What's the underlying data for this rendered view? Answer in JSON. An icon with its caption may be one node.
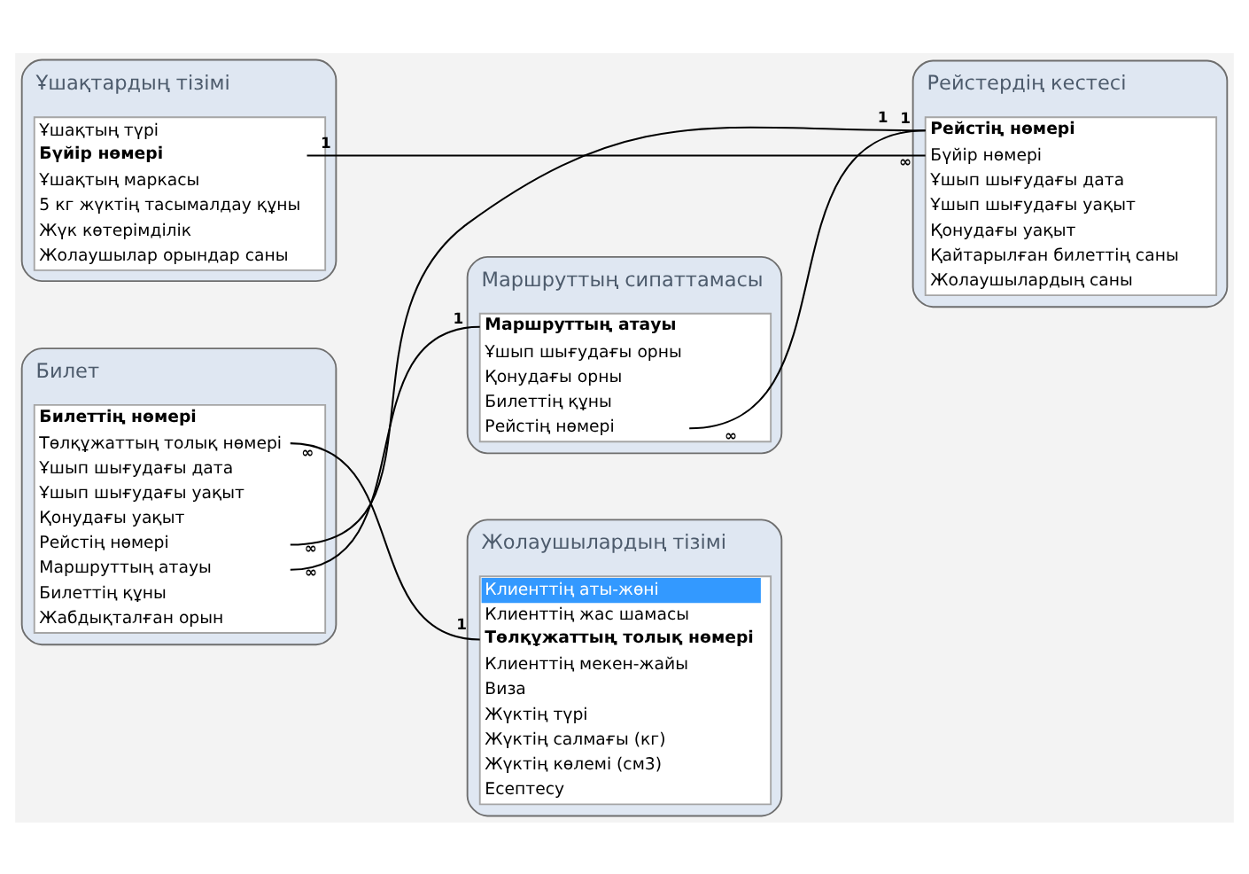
{
  "diagram": {
    "nodes": [
      {
        "text": [
          "Ұшақтардың тізімі",
          "Ұшақтың түрі",
          "Бүйір нөмері",
          "Ұшақтың маркасы",
          "5 кг жүктің тасымалдау құны",
          "Жүк көтерімділік",
          "Жолаушылар орындар саны"
        ]
      },
      {
        "text": [
          "Рейстердің кестесі",
          "Рейстің нөмері",
          "Бүйір нөмері",
          "Ұшып шығудағы дата",
          "Ұшып шығудағы уақыт",
          "Қонудағы уақыт",
          "Қайтарылған билеттің саны",
          "Жолаушылардың саны"
        ]
      },
      {
        "text": [
          "Билет",
          "Билеттің нөмері",
          "Төлқұжаттың толық нөмері",
          "Ұшып шығудағы дата",
          "Ұшып шығудағы уақыт",
          "Қонудағы уақыт",
          "Рейстің нөмері",
          "Маршруттың атауы",
          "Билеттің құны",
          "Жабдықталған орын"
        ]
      },
      {
        "text": [
          "Маршруттың сипаттамасы",
          "Маршруттың атауы",
          "Ұшып шығудағы орны",
          "Қонудағы орны",
          "Билеттің құны",
          "Рейстің нөмері"
        ]
      },
      {
        "text": [
          "Жолаушылардың тізімі",
          "Клиенттің аты-жөні",
          "Клиенттің жас шамасы",
          "Төлқұжаттың толық нөмері",
          "Клиенттің мекен-жайы",
          "Виза",
          "Жүктің түрі",
          "Жүктің салмағы (кг)",
          "Жүктің көлемі (см3)",
          "Есептесу"
        ]
      }
    ],
    "edges": [
      {
        "from": 0,
        "to": 1,
        "arrow": "none"
      },
      {
        "from": 2,
        "to": 1,
        "arrow": "none"
      },
      {
        "from": 2,
        "to": 3,
        "arrow": "none"
      },
      {
        "from": 2,
        "to": 4,
        "arrow": "none"
      },
      {
        "from": 3,
        "to": 1,
        "arrow": "none"
      }
    ],
    "labels": [
      "1",
      "1",
      "1",
      "∞",
      "∞",
      "1",
      "∞",
      "∞",
      "∞",
      "1"
    ]
  }
}
